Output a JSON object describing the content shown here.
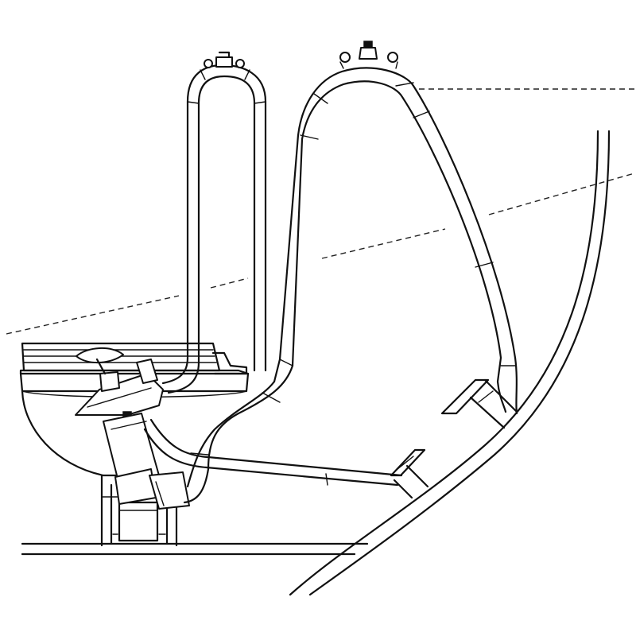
{
  "figure": {
    "type": "line-drawing",
    "subject": "marine-toilet-plumbing",
    "colors": {
      "line": "#111111",
      "background": "#ffffff"
    },
    "components": [
      "toilet-bowl",
      "toilet-seat",
      "hand-pump",
      "intake-vented-loop",
      "discharge-vented-loop",
      "intake-hose",
      "discharge-hose",
      "intake-seacock",
      "discharge-seacock",
      "hull",
      "cabin-sole",
      "waterline"
    ]
  }
}
